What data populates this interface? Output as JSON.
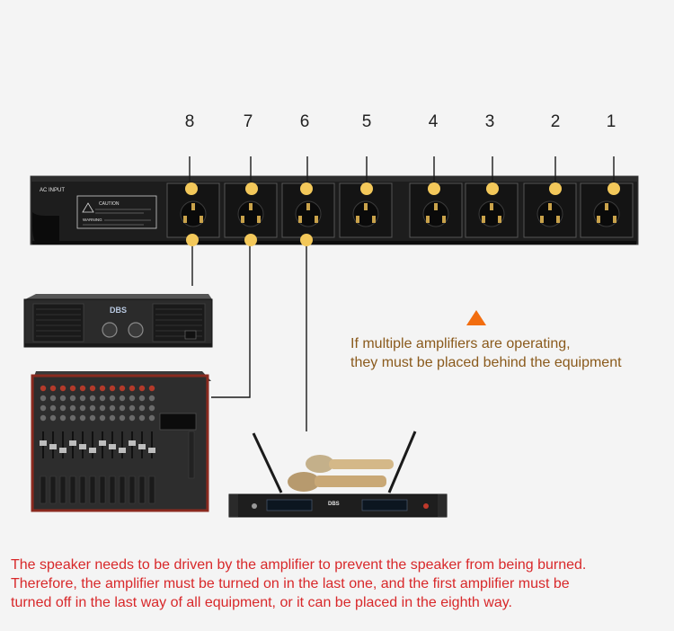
{
  "outlets": [
    {
      "number": "8",
      "position": 8
    },
    {
      "number": "7",
      "position": 7
    },
    {
      "number": "6",
      "position": 6
    },
    {
      "number": "5",
      "position": 5
    },
    {
      "number": "4",
      "position": 4
    },
    {
      "number": "3",
      "position": 3
    },
    {
      "number": "2",
      "position": 2
    },
    {
      "number": "1",
      "position": 1
    }
  ],
  "panel": {
    "ac_input_label": "AC INPUT",
    "caution_label": "CAUTION",
    "warning_label": "WARNING"
  },
  "amplifier": {
    "brand": "DBS"
  },
  "receiver": {
    "brand": "DBS"
  },
  "warning": {
    "line1": "If multiple amplifiers are operating,",
    "line2": "they must be placed behind the equipment"
  },
  "note": {
    "line1": "The speaker needs to be driven by the amplifier to prevent the speaker from being burned.",
    "line2": "Therefore, the amplifier must be turned on in the last one, and the first amplifier must be",
    "line3": "turned off in the last way of all equipment, or it can be placed in the eighth way."
  },
  "colors": {
    "connector_dot": "#f3c85a",
    "warning_icon": "#f26d0f",
    "warning_text": "#8a5a1c",
    "note_text": "#d8282a"
  }
}
